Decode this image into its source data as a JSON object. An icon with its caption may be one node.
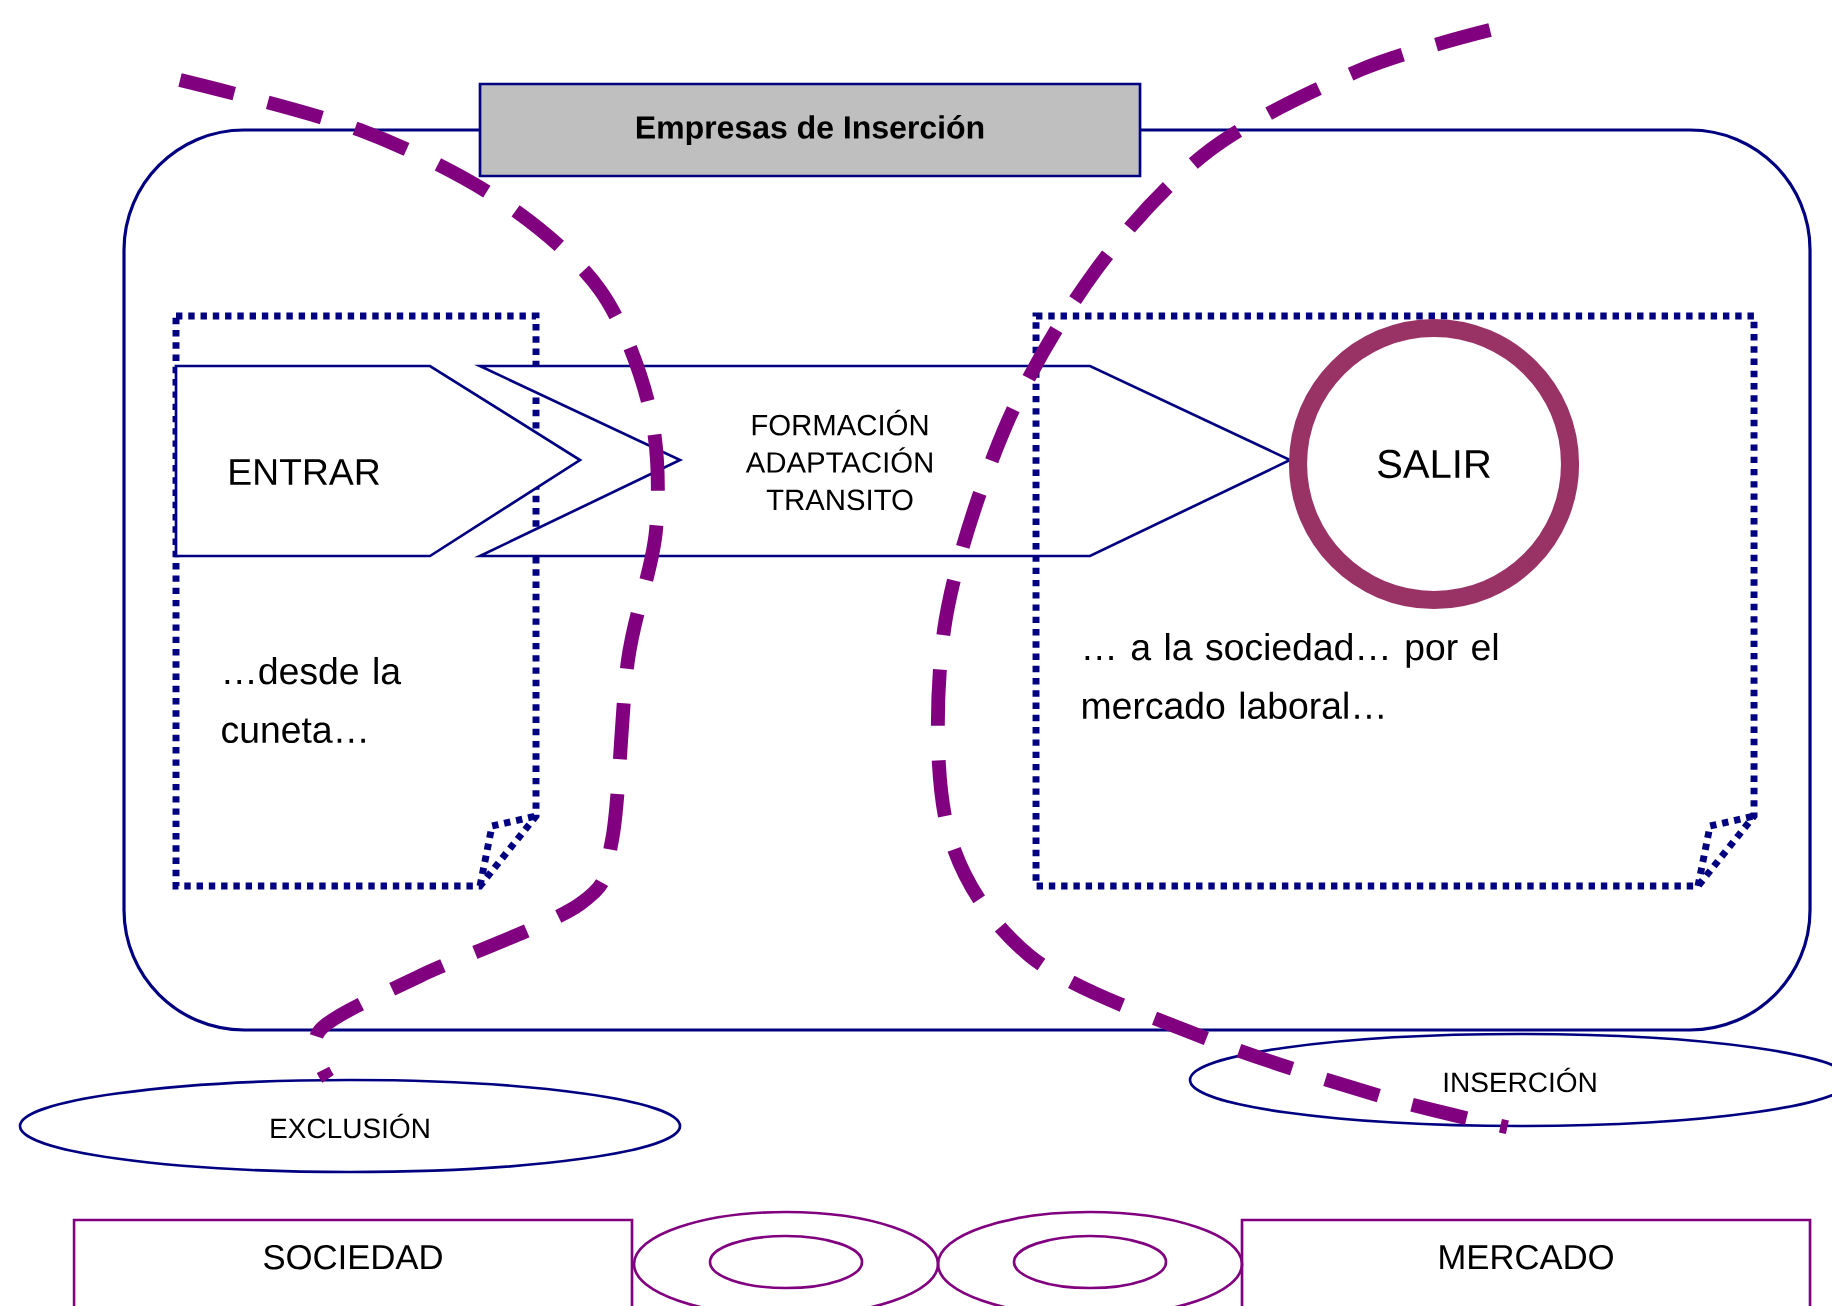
{
  "diagram": {
    "nodes": [
      {
        "text": [
          "Empresas de Inserción"
        ]
      },
      {
        "text": [
          "…desde la cuneta…"
        ],
        "in": 0
      },
      {
        "text": [
          "ENTRAR"
        ],
        "in": 0
      },
      {
        "text": [
          "FORMACIÓN ADAPTACIÓN TRANSITO"
        ],
        "in": 0
      },
      {
        "text": [
          "… a la sociedad… por el mercado laboral…"
        ],
        "in": 0
      },
      {
        "text": [
          "SALIR"
        ],
        "in": 4
      },
      {
        "text": [
          "EXCLUSIÓN"
        ]
      },
      {
        "text": [
          "INSERCIÓN"
        ]
      },
      {
        "text": [
          "SOCIEDAD"
        ]
      },
      {
        "text": [],
        "shape": "ring"
      },
      {
        "text": [],
        "shape": "ring"
      },
      {
        "text": [
          "MERCADO"
        ]
      }
    ],
    "edges": [
      {
        "from": null,
        "to": 6,
        "arrow": "none",
        "style": "dashed",
        "color": "#800080"
      },
      {
        "from": null,
        "to": 7,
        "arrow": "none",
        "style": "dashed",
        "color": "#800080"
      }
    ]
  }
}
